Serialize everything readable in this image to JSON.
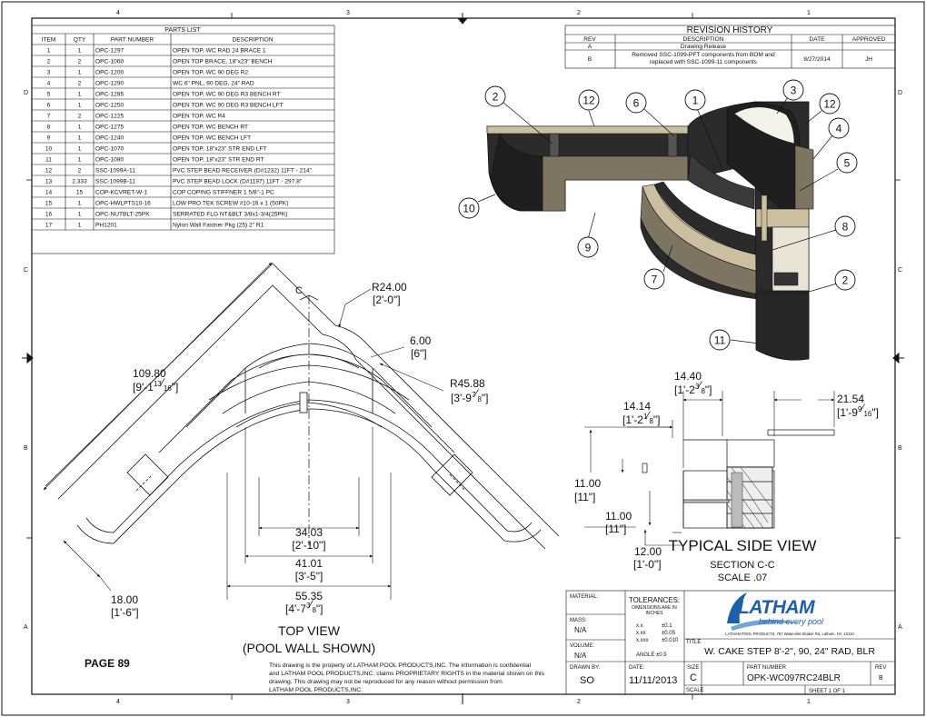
{
  "grid": {
    "top_cols": [
      "4",
      "3",
      "2",
      "1"
    ],
    "bottom_cols": [
      "4",
      "3",
      "2",
      "1"
    ],
    "left_rows": [
      "D",
      "C",
      "B",
      "A"
    ],
    "right_rows": [
      "D",
      "C",
      "B",
      "A"
    ]
  },
  "parts_list": {
    "title": "PARTS LIST",
    "headers": [
      "ITEM",
      "QTY",
      "PART NUMBER",
      "DESCRIPTION"
    ],
    "rows": [
      [
        "1",
        "1",
        "OPC-1297",
        "OPEN TOP, WC RAD 24 BRACE 1"
      ],
      [
        "2",
        "2",
        "OPC-1060",
        "OPEN TOP BRACE, 18\"x23\" BENCH"
      ],
      [
        "3",
        "1",
        "OPC-1200",
        "OPEN TOP, WC 90 DEG R2"
      ],
      [
        "4",
        "2",
        "OPC-1290",
        "WC 6\" PNL, 90 DEG, 24\" RAD"
      ],
      [
        "5",
        "1",
        "OPC-1285",
        "OPEN TOP, WC 90 DEG R3 BENCH RT"
      ],
      [
        "6",
        "1",
        "OPC-1250",
        "OPEN TOP, WC 90 DEG R3 BENCH LFT"
      ],
      [
        "7",
        "2",
        "OPC-1225",
        "OPEN TOP, WC R4"
      ],
      [
        "8",
        "1",
        "OPC-1275",
        "OPEN TOP, WC BENCH RT"
      ],
      [
        "9",
        "1",
        "OPC-1240",
        "OPEN TOP, WC BENCH LFT"
      ],
      [
        "10",
        "1",
        "OPC-1070",
        "OPEN TOP, 18\"x23\" STR END LFT"
      ],
      [
        "11",
        "1",
        "OPC-1080",
        "OPEN TOP, 18\"x23\" STR END RT"
      ],
      [
        "12",
        "2",
        "SSC-1099A-11",
        "PVC STEP BEAD RECEIVER (D#1232) 11FT - 214\""
      ],
      [
        "13",
        "2.333",
        "SSC-1099B-11",
        "PVC STEP BEAD LOCK (D#1197) 11FT - 297.8\""
      ],
      [
        "14",
        "15",
        "COP-KCVRET-W-1",
        "COP COPING STIFFNER 1 5/8\"-1 PC"
      ],
      [
        "15",
        "1",
        "OPC-HWLPTS10-16",
        "LOW PRO TEK SCREW #10-16 x 1 (50PK)"
      ],
      [
        "16",
        "1",
        "OPC-NUTBLT-25PK",
        "SERRATED FLG NT&BLT 3/8x1-3/4(25PK)"
      ],
      [
        "17",
        "1",
        "PH1201",
        "Nylon Wall Fastner Pkg (25) 2\" R1"
      ]
    ]
  },
  "revision_history": {
    "title": "REVISION HISTORY",
    "headers": [
      "REV",
      "DESCRIPTION",
      "DATE",
      "APPROVED"
    ],
    "rows": [
      {
        "rev": "A",
        "description_1": "Drawing Release",
        "description_2": "",
        "date": "",
        "approved": ""
      },
      {
        "rev": "B",
        "description_1": "Removed SSC-1099-PFT components from BOM and",
        "description_2": "replaced with SSC-1099-11 components",
        "date": "8/27/2014",
        "approved": "JH"
      }
    ]
  },
  "balloons": [
    "1",
    "2",
    "3",
    "4",
    "5",
    "6",
    "7",
    "8",
    "9",
    "10",
    "11",
    "12",
    "2",
    "12"
  ],
  "top_view": {
    "section_mark": "C",
    "dims": {
      "r24": "R24.00",
      "r24_ft": "[2'-0\"]",
      "d6": "6.00",
      "d6_ft": "[6\"]",
      "r45": "R45.88",
      "r45_ft_a": "[3'-9",
      "r45_ft_num": "7",
      "r45_ft_den": "8",
      "r45_ft_b": "\"]",
      "d109": "109.80",
      "d109_ft_a": "[9'-1",
      "d109_ft_num": "13",
      "d109_ft_den": "16",
      "d109_ft_b": "\"]",
      "d34": "34.03",
      "d34_ft": "[2'-10\"]",
      "d41": "41.01",
      "d41_ft": "[3'-5\"]",
      "d55": "55.35",
      "d55_ft_a": "[4'-7",
      "d55_ft_num": "3",
      "d55_ft_den": "8",
      "d55_ft_b": "\"]",
      "d18": "18.00",
      "d18_ft": "[1'-6\"]"
    },
    "title_1": "TOP VIEW",
    "title_2": "(POOL WALL SHOWN)"
  },
  "side_view": {
    "dims": {
      "d1440": "14.40",
      "d1440_ft_a": "[1'-2",
      "d1440_ft_num": "3",
      "d1440_ft_den": "8",
      "d1440_ft_b": "\"]",
      "d1414": "14.14",
      "d1414_ft_a": "[1'-2",
      "d1414_ft_num": "1",
      "d1414_ft_den": "8",
      "d1414_ft_b": "\"]",
      "d2154": "21.54",
      "d2154_ft_a": "[1'-9",
      "d2154_ft_num": "9",
      "d2154_ft_den": "16",
      "d2154_ft_b": "\"]",
      "d11a": "11.00",
      "d11a_ft": "[11\"]",
      "d11b": "11.00",
      "d11b_ft": "[11\"]",
      "d12": "12.00",
      "d12_ft": "[1'-0\"]"
    },
    "title": "TYPICAL SIDE VIEW",
    "section": "SECTION C-C",
    "scale": "SCALE .07"
  },
  "page_label": "PAGE 89",
  "notice": [
    "This drawing is the property of LATHAM POOL PRODUCTS,INC. The information is confidential",
    "and LATHAM POOL PRODUCTS,INC. claims PROPRIETARY RIGHTS in the material shown on this",
    "drawing. This drawing may not be reproduced for any reason without permission from",
    "LATHAM POOL PRODUCTS,INC."
  ],
  "title_block": {
    "material_label": "MATERIAL:",
    "tolerances_label": "TOLERANCES:",
    "tol_note_1": "DIMENSIONS ARE IN",
    "tol_note_2": "INCHES",
    "tol_rows": [
      [
        "x.x",
        "±0.1"
      ],
      [
        "x.xx",
        "±0.05"
      ],
      [
        "x.xxx",
        "±0.010"
      ]
    ],
    "angle": "ANGLE ±0.5",
    "mass_label": "MASS:",
    "mass_value": "N/A",
    "volume_label": "VOLUME:",
    "volume_value": "N/A",
    "drawn_by_label": "DRAWN BY:",
    "drawn_by_value": "SO",
    "date_label": "DATE:",
    "date_value": "11/11/2013",
    "size_label": "SIZE",
    "size_value": "C",
    "scale_label": "SCALE",
    "part_number_label": "PART NUMBER",
    "part_number_value": "OPK-WC097RC24BLR",
    "rev_label": "REV",
    "rev_value": "B",
    "sheet": "SHEET 1  OF 1",
    "title_label": "TITLE",
    "title_value": "W. CAKE STEP 8'-2\", 90, 24\" RAD, BLR",
    "logo_text": "LATHAM",
    "logo_tagline": "behind every pool",
    "company_address": "LATHAM POOL PRODUCTS, 787 Watervliet Shaker Rd, Latham, NY, 12110"
  },
  "colors": {
    "line": "#111111",
    "dark_panel": "#2b2b2b",
    "tan_panel": "#7d7561",
    "light_tan": "#cbbf9f",
    "logo_blue": "#1f5fa8",
    "logo_light": "#6fa7d9"
  }
}
